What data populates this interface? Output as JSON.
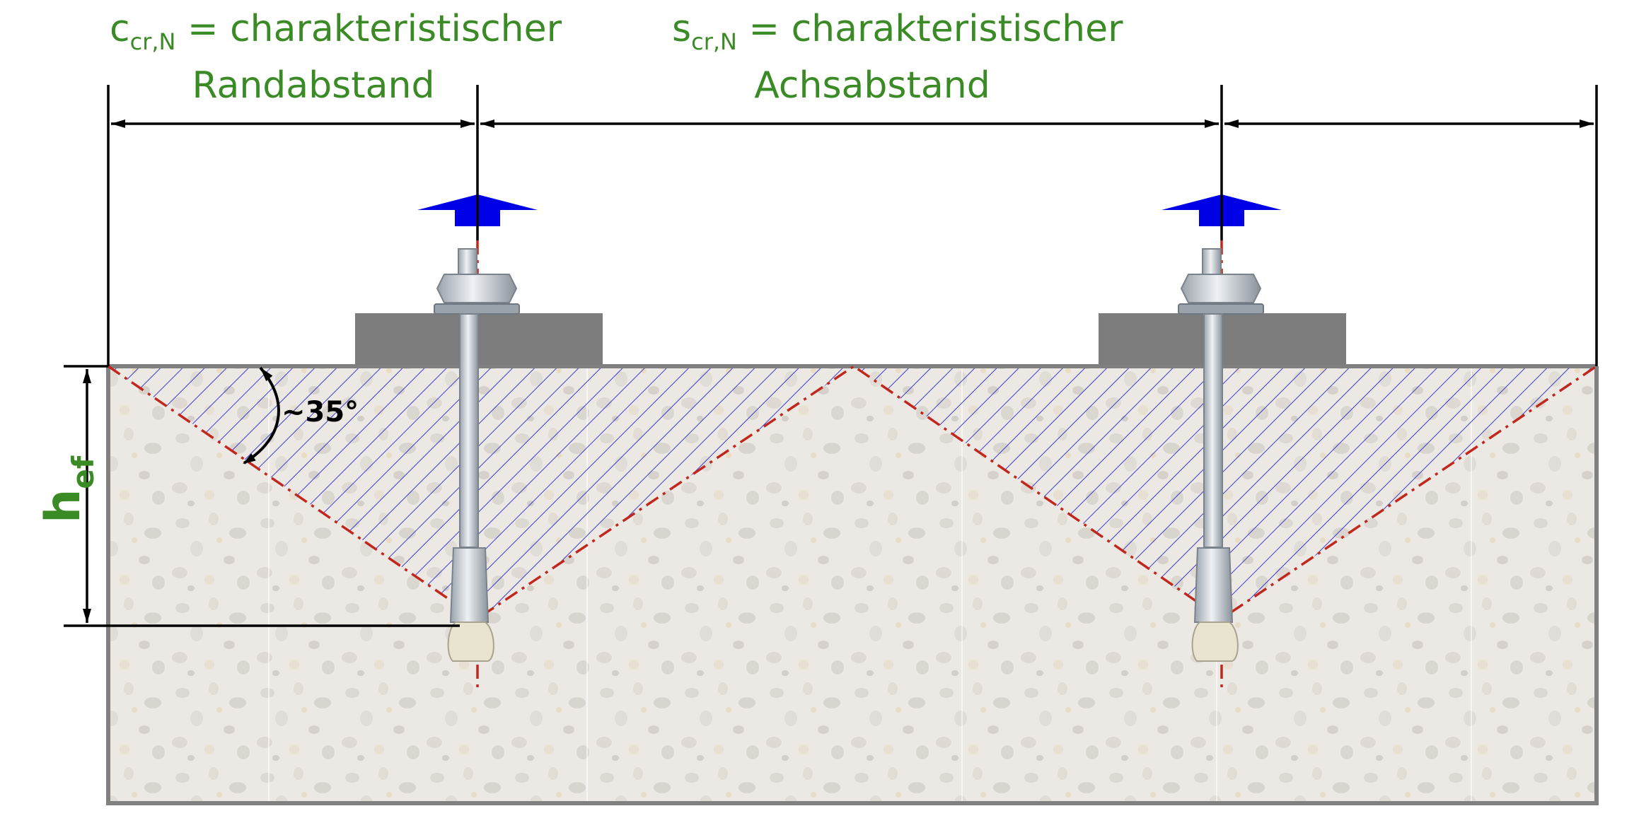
{
  "labels": {
    "c_main": "c",
    "c_sub": "cr,N",
    "c_rest": " = charakteristischer",
    "c_line2": "Randabstand",
    "s_main": "s",
    "s_sub": "cr,N",
    "s_rest": " = charakteristischer",
    "s_line2": "Achsabstand",
    "angle": "~35°",
    "h_main": "h",
    "h_sub": "ef"
  },
  "colors": {
    "label_green": "#3a8a25",
    "hatch_blue": "#1e1ec8",
    "cone_red": "#c0281e",
    "force_blue": "#0000e6",
    "plate_gray": "#7d7d7d",
    "concrete_edge": "#808080",
    "concrete_fill": "#ebe8e3",
    "steel": "#cfd4da"
  },
  "icons": {
    "force": "blue-tension-arrow-icon",
    "anchor": "wedge-anchor-bolt-icon"
  }
}
